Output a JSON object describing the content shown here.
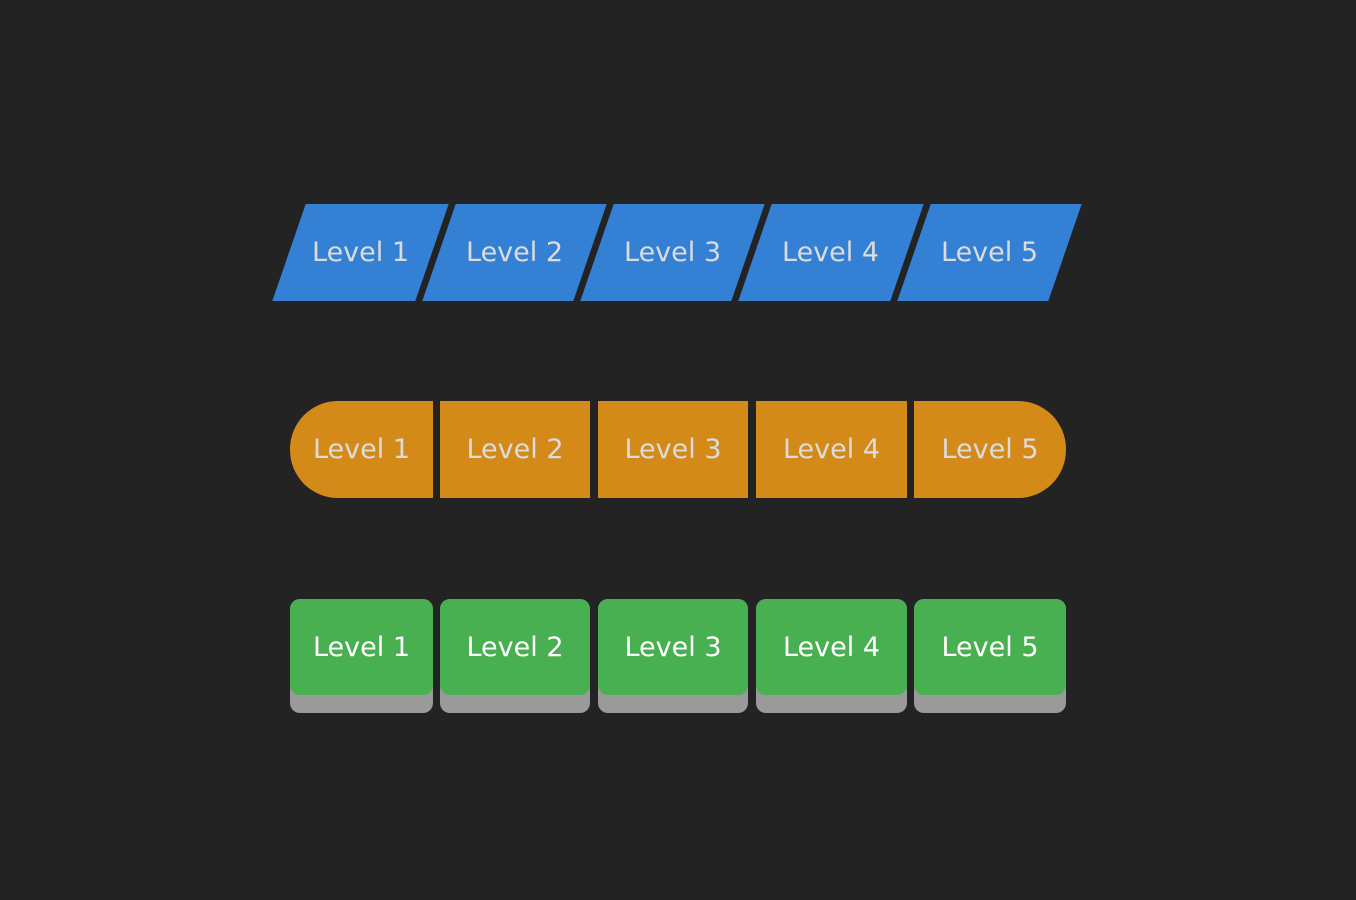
{
  "colors": {
    "background": "#232323",
    "skew_fill": "#3380d4",
    "pill_fill": "#d48a19",
    "key_fill": "#49b052",
    "key_shadow": "#9a9a9a"
  },
  "skew_row": {
    "buttons": [
      {
        "label": "Level 1"
      },
      {
        "label": "Level 2"
      },
      {
        "label": "Level 3"
      },
      {
        "label": "Level 4"
      },
      {
        "label": "Level 5"
      }
    ]
  },
  "pill_row": {
    "buttons": [
      {
        "label": "Level 1"
      },
      {
        "label": "Level 2"
      },
      {
        "label": "Level 3"
      },
      {
        "label": "Level 4"
      },
      {
        "label": "Level 5"
      }
    ]
  },
  "key_row": {
    "buttons": [
      {
        "label": "Level 1"
      },
      {
        "label": "Level 2"
      },
      {
        "label": "Level 3"
      },
      {
        "label": "Level 4"
      },
      {
        "label": "Level 5"
      }
    ]
  }
}
